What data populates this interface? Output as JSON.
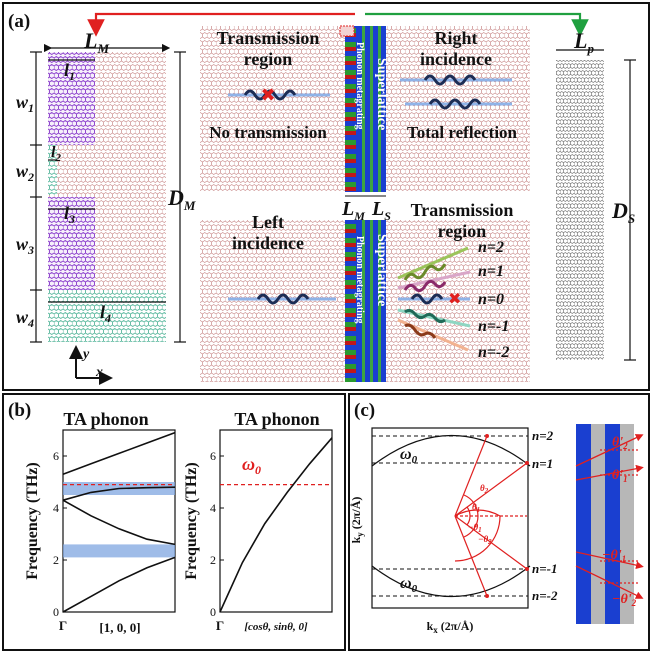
{
  "figure": {
    "panel_a": {
      "label": "(a)",
      "dims": {
        "LM": "L",
        "LM_sub": "M",
        "l1": "l",
        "l1_sub": "1",
        "l2": "l",
        "l2_sub": "2",
        "l3": "l",
        "l3_sub": "3",
        "l4": "l",
        "l4_sub": "4",
        "w1": "w",
        "w1_sub": "1",
        "w2": "w",
        "w2_sub": "2",
        "w3": "w",
        "w3_sub": "3",
        "w4": "w",
        "w4_sub": "4",
        "DM": "D",
        "DM_sub": "M",
        "LM2": "L",
        "LM2_sub": "M",
        "LS": "L",
        "LS_sub": "S",
        "Lp": "L",
        "Lp_sub": "p",
        "DS": "D",
        "DS_sub": "S"
      },
      "axes": {
        "y": "y",
        "x": "x"
      },
      "upper": {
        "trans_line1": "Transmission",
        "trans_line2": "region",
        "no_trans": "No transmission",
        "right_line1": "Right",
        "right_line2": "incidence",
        "total_refl": "Total reflection"
      },
      "lower": {
        "left_line1": "Left",
        "left_line2": "incidence",
        "trans_line1": "Transmission",
        "trans_line2": "region",
        "orders": [
          "n=2",
          "n=1",
          "n=0",
          "n=-1",
          "n=-2"
        ]
      },
      "strip_labels": {
        "superlattice": "Superlattice",
        "metagrating": "Phonon metagrating"
      },
      "colors": {
        "purple": "#8b3fd1",
        "blue": "#7a6ee8",
        "green": "#5fbfa5",
        "pink_lattice": "#c98a8a",
        "gray_lattice": "#777777",
        "red_arrow": "#e02020",
        "green_arrow": "#20a040",
        "strip_blue": "#1a3fd0"
      }
    },
    "panel_b": {
      "label": "(b)",
      "left": {
        "title": "TA phonon",
        "ylabel": "Frequency (THz)",
        "xtick_start": "Γ",
        "xlabel": "[1, 0, 0]",
        "yticks": [
          "0",
          "2",
          "4",
          "6"
        ]
      },
      "right": {
        "title": "TA phonon",
        "ylabel": "Frequency (THz)",
        "xtick_start": "Γ",
        "xlabel": "[cosθ, sinθ, 0]",
        "yticks": [
          "0",
          "2",
          "4",
          "6"
        ],
        "omega": "ω",
        "omega_sub": "0"
      }
    },
    "panel_c": {
      "label": "(c)",
      "omega_top": "ω",
      "omega_top_sub": "0",
      "omega_bot": "ω",
      "omega_bot_sub": "0",
      "ylabel": "k",
      "ylabel_sub": "y",
      "ylabel_unit": " (2π/Å)",
      "xlabel": "k",
      "xlabel_sub": "x",
      "xlabel_unit": " (2π/Å)",
      "orders": [
        "n=2",
        "n=1",
        "n=-1",
        "n=-2"
      ],
      "angles": {
        "t1": "θ",
        "t1_sub": "1",
        "t2": "θ",
        "t2_sub": "2",
        "mt1": "−θ",
        "mt1_sub": "1",
        "mt2": "−θ",
        "mt2_sub": "2"
      },
      "strip_angles": {
        "a2": "θ'",
        "a2_sub": "2",
        "a1": "θ'",
        "a1_sub": "1",
        "am1": "−θ'",
        "am1_sub": "1",
        "am2": "−θ'",
        "am2_sub": "2"
      }
    }
  },
  "chart_data": [
    {
      "type": "line",
      "title": "TA phonon",
      "xlabel": "[1, 0, 0]",
      "ylabel": "Frequency (THz)",
      "ylim": [
        0,
        7
      ],
      "x": [
        0,
        0.25,
        0.5,
        0.75,
        1.0
      ],
      "series": [
        {
          "values": [
            0,
            0.6,
            1.2,
            1.7,
            2.1
          ]
        },
        {
          "values": [
            4.3,
            3.7,
            3.2,
            2.8,
            2.6
          ]
        },
        {
          "values": [
            4.3,
            4.6,
            4.75,
            4.78,
            4.8
          ]
        },
        {
          "values": [
            5.3,
            5.7,
            6.1,
            6.5,
            6.9
          ]
        }
      ],
      "bandgaps": [
        [
          2.1,
          2.6
        ],
        [
          4.5,
          5.0
        ]
      ],
      "reference_line": 4.9,
      "yticks": [
        0,
        2,
        4,
        6
      ]
    },
    {
      "type": "line",
      "title": "TA phonon",
      "xlabel": "[cosθ, sinθ, 0]",
      "ylabel": "Frequency (THz)",
      "ylim": [
        0,
        7
      ],
      "x": [
        0,
        0.2,
        0.4,
        0.6,
        0.8,
        1.0
      ],
      "series": [
        {
          "values": [
            0,
            1.9,
            3.4,
            4.6,
            5.7,
            6.7
          ]
        }
      ],
      "reference_line": 4.9,
      "yticks": [
        0,
        2,
        4,
        6
      ]
    }
  ]
}
